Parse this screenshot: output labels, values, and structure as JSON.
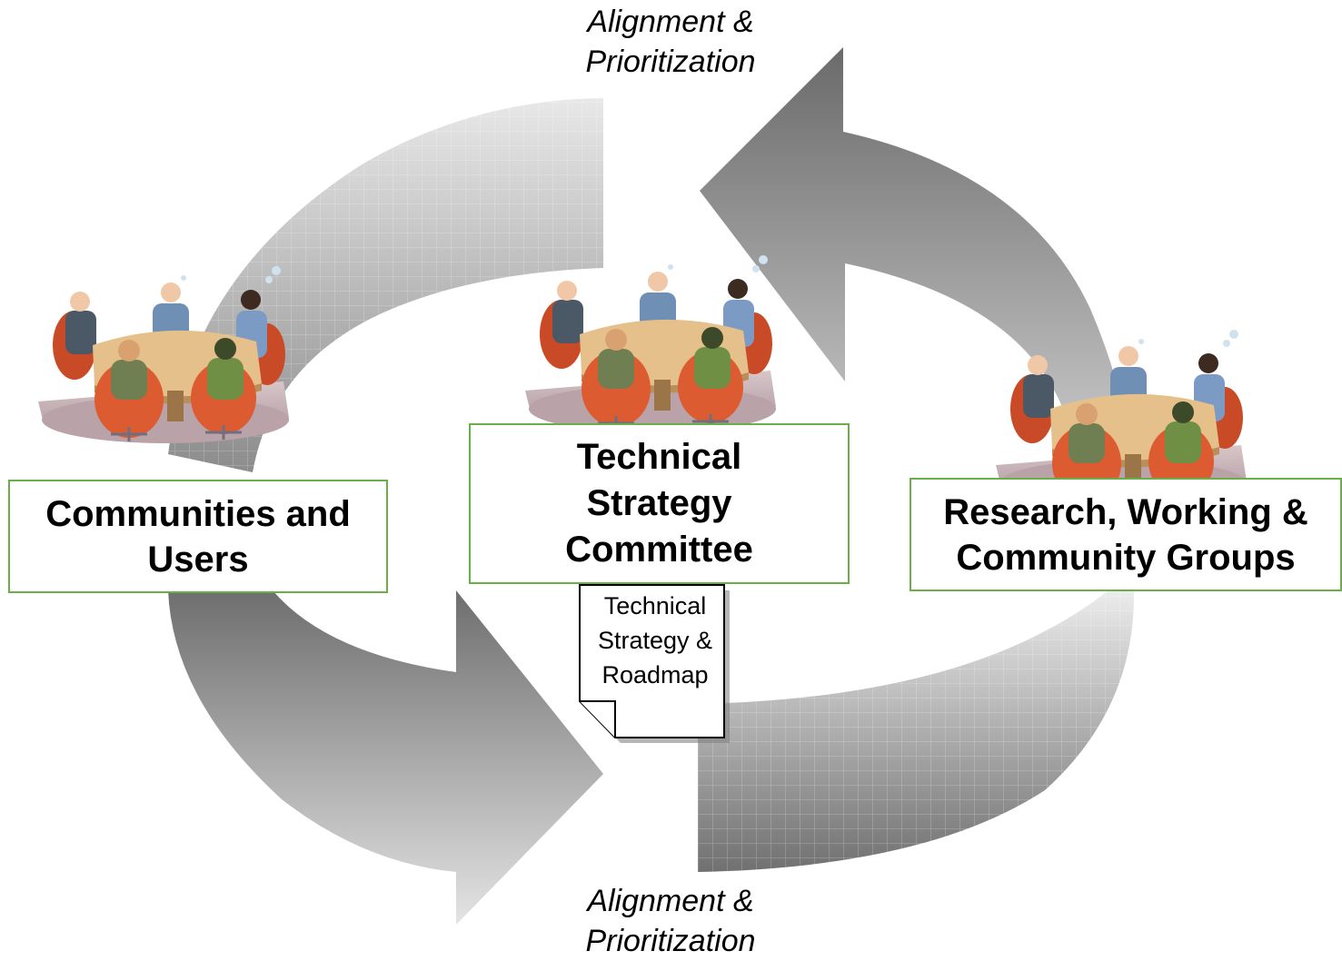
{
  "captions": {
    "top": [
      "Alignment &",
      "Prioritization"
    ],
    "bottom": [
      "Alignment &",
      "Prioritization"
    ]
  },
  "nodes": {
    "left": [
      "Communities and",
      "Users"
    ],
    "center": [
      "Technical",
      "Strategy",
      "Committee"
    ],
    "right": [
      "Research, Working &",
      "Community Groups"
    ]
  },
  "document": [
    "Technical",
    "Strategy &",
    "Roadmap"
  ],
  "colors": {
    "box_border": "#6aae4a",
    "arrow_dark": "#6e6e6e",
    "arrow_light": "#e4e4e4",
    "chair": "#d9532b",
    "table_top": "#e6c08a",
    "floor": "#c7b0b4"
  },
  "icons": {
    "meeting": "business-meeting-clipart",
    "document": "folded-page-document"
  }
}
